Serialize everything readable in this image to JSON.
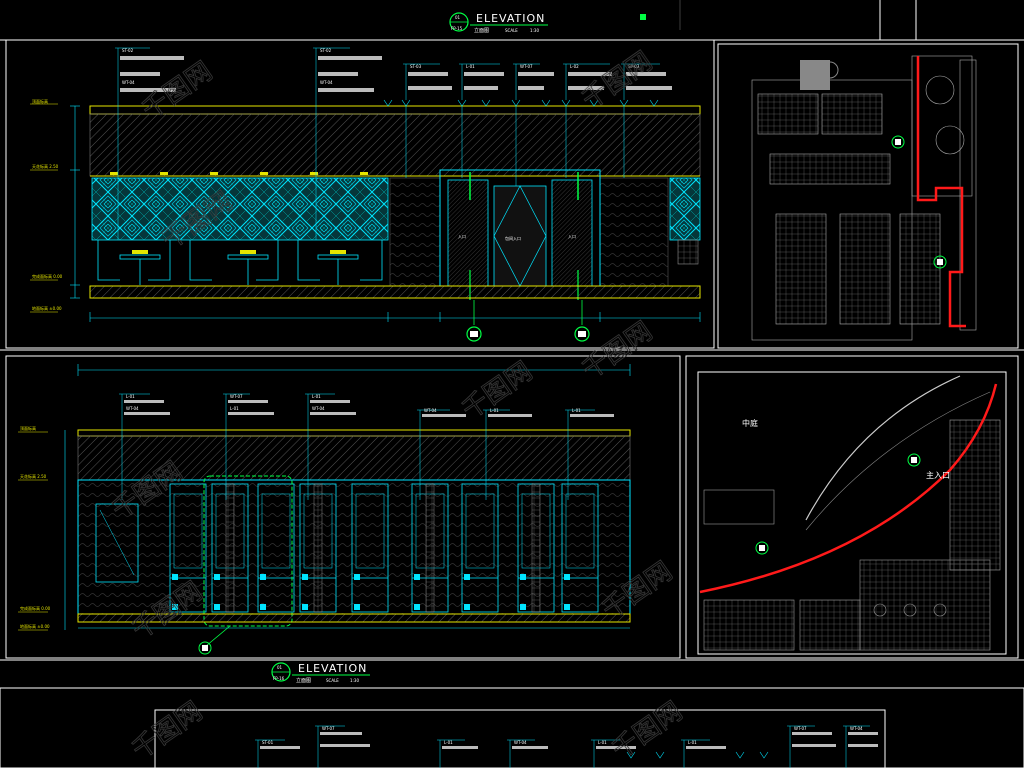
{
  "sheet": {
    "colors": {
      "background": "#000000",
      "frame": "#ffffff",
      "cyan": "#00e5ff",
      "green": "#00ff44",
      "yellow": "#e6e600",
      "red": "#ff1a1a",
      "hatch": "#777777"
    }
  },
  "elevation_top": {
    "title": "ELEVATION",
    "tag_top": "01",
    "tag_bottom": "FP-15",
    "subtitle": "立面图",
    "scale_word": "SCALE",
    "scale_value": "1:30",
    "callouts": [
      {
        "code": "ST-02",
        "code2": "WT-04"
      },
      {
        "code": "ST-02",
        "code2": "WT-04"
      },
      {
        "code": "ST-03"
      },
      {
        "code": "L-01"
      },
      {
        "code": "WT-07"
      },
      {
        "code": "L-02"
      },
      {
        "code": "SP-03"
      }
    ],
    "door_labels": [
      "入口",
      "包间入口",
      "入口"
    ]
  },
  "elevation_mid": {
    "callouts": [
      {
        "code": "L-01",
        "code2": "WT-04"
      },
      {
        "code": "WT-07",
        "code2": "L-01"
      },
      {
        "code": "L-01",
        "code2": "WT-04"
      },
      {
        "code": "WT-04"
      },
      {
        "code": "L-01"
      },
      {
        "code": "L-01"
      }
    ]
  },
  "elevation_bottom": {
    "title": "ELEVATION",
    "tag_top": "01",
    "tag_bottom": "FP-16",
    "subtitle": "立面图",
    "scale_word": "SCALE",
    "scale_value": "1:30",
    "callouts": [
      "ST-01",
      "WT-07",
      "L-01",
      "WT-04",
      "L-01",
      "L-01",
      "WT-07",
      "WT-04"
    ]
  },
  "plan_bottom_right": {
    "labels": [
      "中庭",
      "主入口"
    ]
  },
  "watermark": "千图网"
}
